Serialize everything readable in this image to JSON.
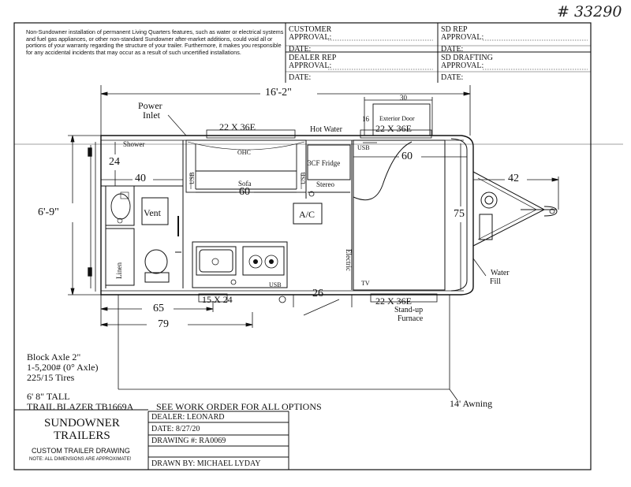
{
  "job_number": "# 33290",
  "disclaimer": "Non-Sundowner installation of permanent Living Quarters features, such as water or electrical systems and fuel gas appliances, or other non-standard Sundowner after-market additions, could void all or portions of your warranty regarding the structure of your trailer. Furthermore, it makes you responsible for any accidental incidents that may occur as a result of such uncertified installations.",
  "approvals": {
    "customer_1": "CUSTOMER",
    "customer_2": "APPROVAL:",
    "sd_rep_1": "SD REP",
    "sd_rep_2": "APPROVAL:",
    "dealer_rep_1": "DEALER REP",
    "dealer_rep_2": "APPROVAL:",
    "sd_drafting_1": "SD DRAFTING",
    "sd_drafting_2": "APPROVAL:",
    "date_label": "DATE:"
  },
  "dimensions": {
    "overall_length": "16'-2\"",
    "width": "6'-9\"",
    "d30": "30",
    "d16": "16",
    "d24": "24",
    "d40": "40",
    "d60_sofa": "60",
    "d60_bed": "60",
    "d42": "42",
    "d75": "75",
    "d26": "26",
    "d65": "65",
    "d79": "79"
  },
  "labels": {
    "power_inlet_1": "Power",
    "power_inlet_2": "Inlet",
    "window_top_left": "22 X 36E",
    "hot_water": "Hot Water",
    "exterior_door": "Exterior Door",
    "window_top_right": "22 X 36E",
    "shower": "Shower",
    "ohc": "OHC",
    "usb": "USB",
    "sofa": "Sofa",
    "fridge": "3CF Fridge",
    "stereo": "Stereo",
    "vent": "Vent",
    "ac": "A/C",
    "linen": "Linen",
    "electric": "Electric",
    "tv": "TV",
    "window_bottom_small": "15 X 24",
    "window_bottom_right": "22 X 36E",
    "furnace_1": "Stand-up",
    "furnace_2": "Furnace",
    "water_fill_1": "Water",
    "water_fill_2": "Fill",
    "awning": "14' Awning"
  },
  "specs": {
    "axle_1": "Block Axle 2\"",
    "axle_2": "1-5,200# (0° Axle)",
    "tires": "225/15 Tires",
    "height": "6' 8\" TALL",
    "model": "TRAIL BLAZER  TB1669A",
    "work_order": "SEE WORK ORDER FOR ALL OPTIONS"
  },
  "title_block": {
    "company_1": "SUNDOWNER",
    "company_2": "TRAILERS",
    "drawing_type": "CUSTOM TRAILER DRAWING",
    "note": "NOTE: ALL DIMENSIONS ARE APPROXIMATE!",
    "dealer": "DEALER: LEONARD",
    "date": "DATE: 8/27/20",
    "drawing_no": "DRAWING #: RA0069",
    "drawn_by": "DRAWN BY: MICHAEL LYDAY"
  }
}
